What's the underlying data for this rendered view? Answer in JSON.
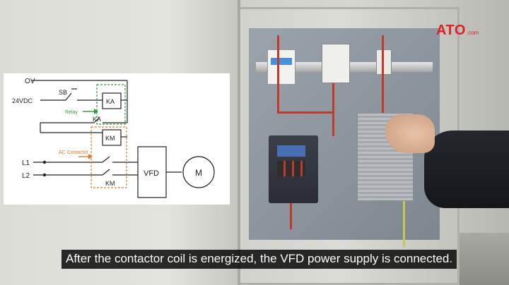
{
  "logo": {
    "brand": "ATO",
    "suffix": ".com",
    "color": "#e02020"
  },
  "caption": {
    "text": "After the contactor coil is energized, the VFD power supply is connected."
  },
  "schematic": {
    "labels": {
      "ov": "OV",
      "dc24": "24VDC",
      "sb": "SB",
      "ka_coil": "KA",
      "relay_label": "Relay",
      "ka_contact": "KA",
      "km_coil": "KM",
      "ac_contactor_label": "AC Contactor",
      "l1": "L1",
      "l2": "L2",
      "vfd": "VFD",
      "motor": "M",
      "km_contact": "KM"
    },
    "colors": {
      "relay_box": "#2e9e3a",
      "contactor_box": "#e07b2a",
      "line": "#222222"
    }
  }
}
